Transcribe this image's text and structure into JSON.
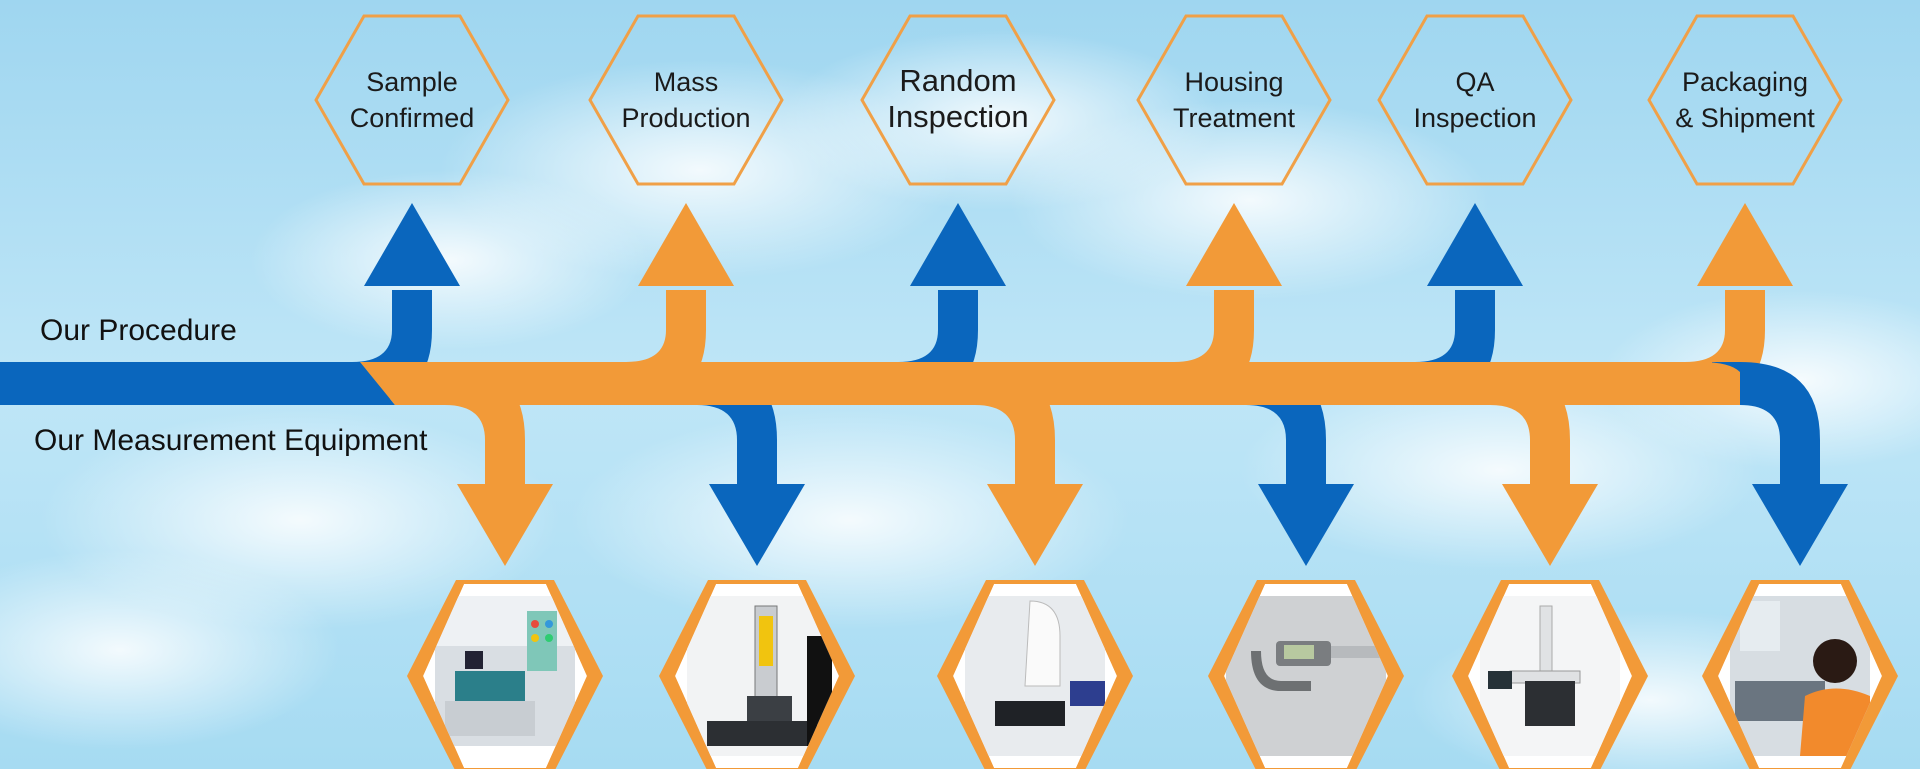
{
  "procedure_label": "Our Procedure",
  "equipment_label": "Our Measurement Equipment",
  "colors": {
    "blue": "#0a66bd",
    "orange": "#f29a38",
    "sky": "#a9dcf2",
    "hex_outline": "#f0a047"
  },
  "steps": [
    {
      "lines": [
        "Sample",
        "Confirmed"
      ],
      "up_color": "blue"
    },
    {
      "lines": [
        "Mass",
        "Production"
      ],
      "up_color": "orange"
    },
    {
      "lines": [
        "Random",
        "Inspection"
      ],
      "up_color": "blue"
    },
    {
      "lines": [
        "Housing",
        "Treatment"
      ],
      "up_color": "orange"
    },
    {
      "lines": [
        "QA",
        "Inspection"
      ],
      "up_color": "blue"
    },
    {
      "lines": [
        "Packaging",
        "& Shipment"
      ],
      "up_color": "orange"
    }
  ],
  "equipment": [
    {
      "name": "coordinate-measuring-room-photo",
      "down_color": "orange"
    },
    {
      "name": "height-gauge-photo",
      "down_color": "blue"
    },
    {
      "name": "video-measuring-machine-photo",
      "down_color": "orange"
    },
    {
      "name": "digital-micrometer-photo",
      "down_color": "blue"
    },
    {
      "name": "cmm-machine-photo",
      "down_color": "orange"
    },
    {
      "name": "operator-inspection-photo",
      "down_color": "blue"
    }
  ]
}
